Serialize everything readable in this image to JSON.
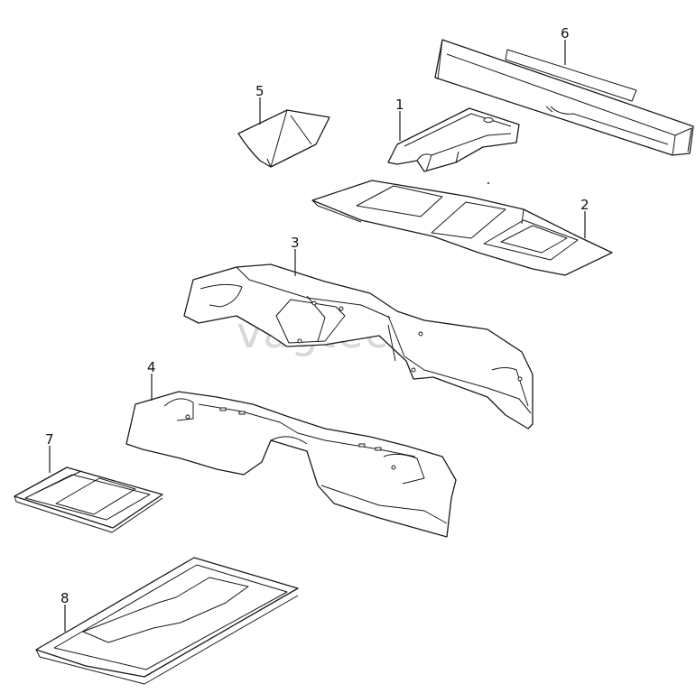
{
  "watermark": "vagtec.ru",
  "parts": [
    {
      "id": "part-1",
      "number": "1"
    },
    {
      "id": "part-2",
      "number": "2"
    },
    {
      "id": "part-3",
      "number": "3"
    },
    {
      "id": "part-4",
      "number": "4"
    },
    {
      "id": "part-5",
      "number": "5"
    },
    {
      "id": "part-6",
      "number": "6"
    },
    {
      "id": "part-7",
      "number": "7"
    },
    {
      "id": "part-8",
      "number": "8"
    }
  ]
}
